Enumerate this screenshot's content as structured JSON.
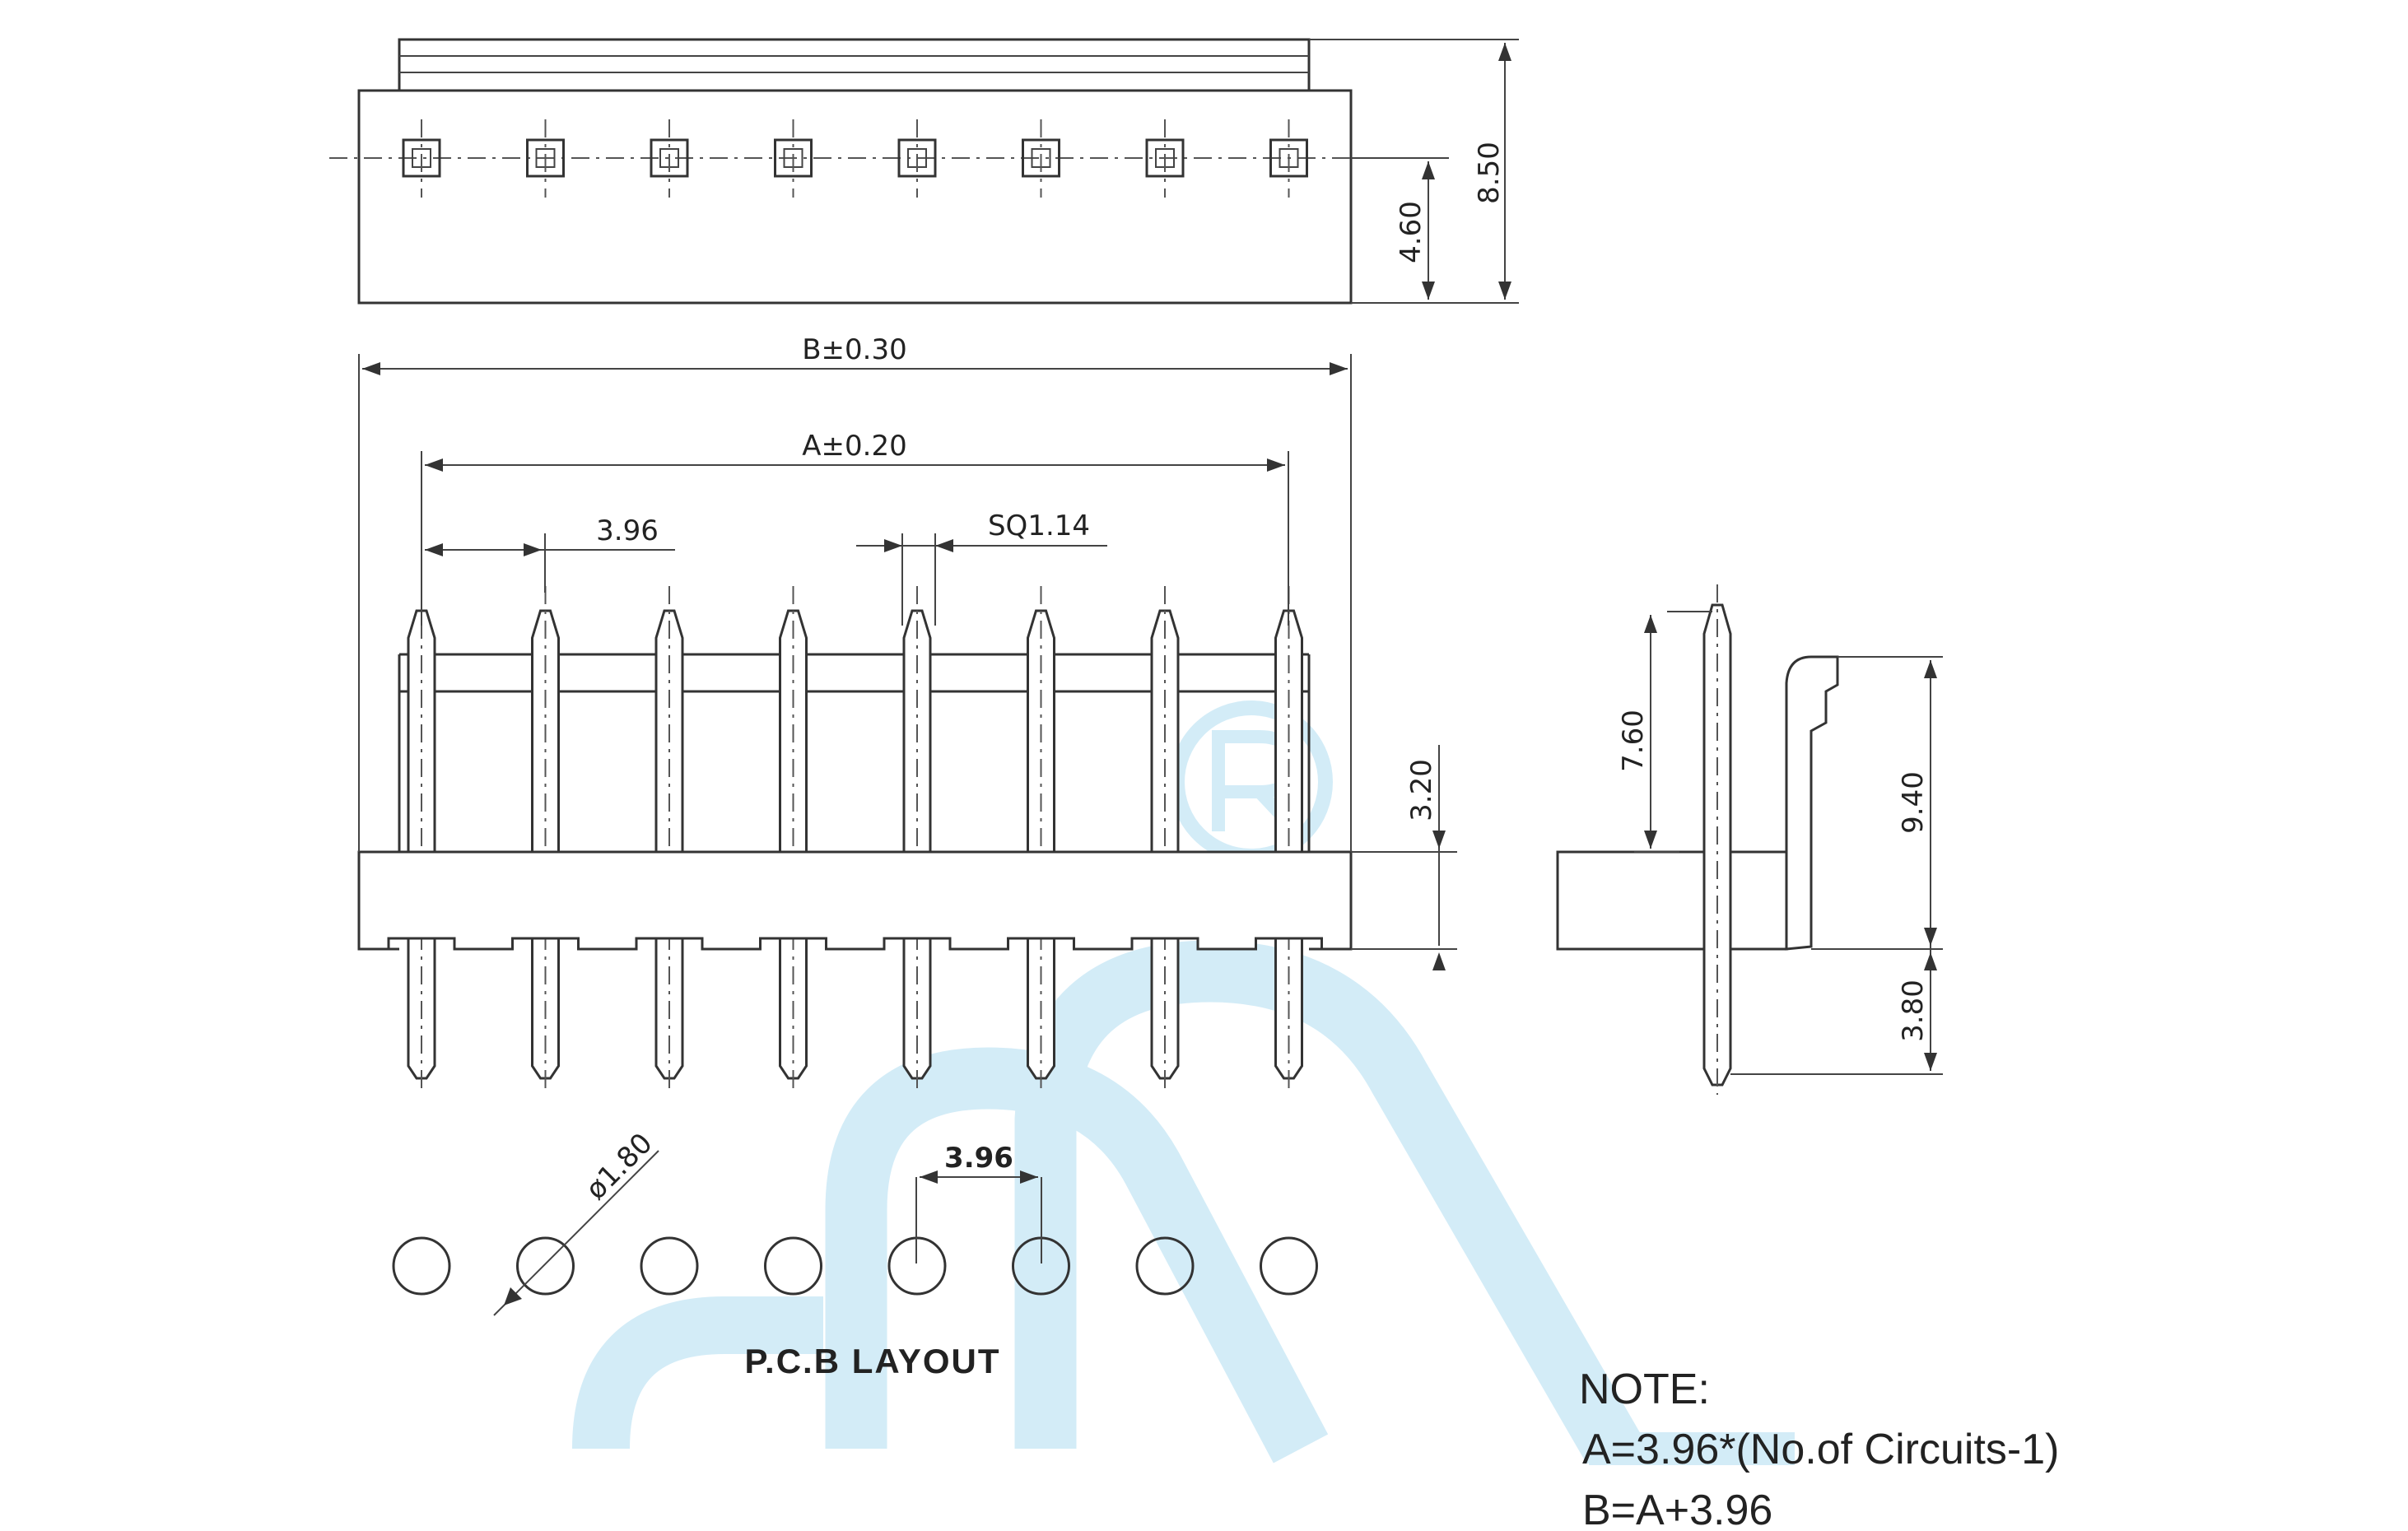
{
  "dimensions": {
    "top_height": "8.50",
    "top_center": "4.60",
    "overall_width": "B±0.30",
    "pin_span": "A±0.20",
    "pitch": "3.96",
    "pin_square": "SQ1.14",
    "housing_height": "3.20",
    "side_pin_top": "7.60",
    "side_total": "9.40",
    "side_pin_bottom": "3.80",
    "hole_diameter": "ø1.80",
    "pcb_pitch": "3.96"
  },
  "labels": {
    "pcb_layout": "P.C.B  LAYOUT"
  },
  "note": {
    "title": "NOTE:",
    "line1": "A=3.96*(No.of Circuits-1)",
    "line2": "B=A+3.96"
  },
  "colors": {
    "line": "#333333",
    "watermark": "#cfeaf6"
  },
  "pin_count": 8
}
